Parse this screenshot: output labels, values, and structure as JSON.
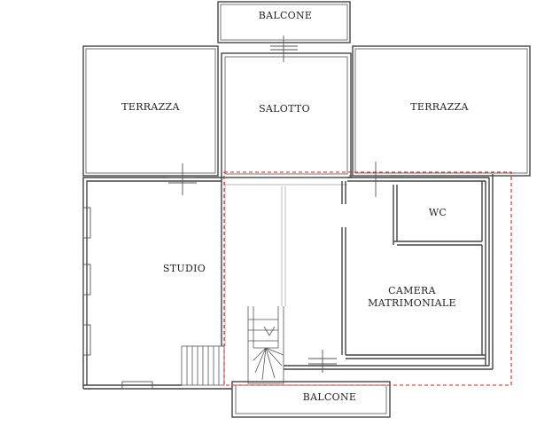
{
  "rooms": {
    "balcone_top": "BALCONE",
    "terrazza_left": "TERRAZZA",
    "salotto": "SALOTTO",
    "terrazza_right": "TERRAZZA",
    "wc": "WC",
    "studio": "STUDIO",
    "camera_line1": "CAMERA",
    "camera_line2": "MATRIMONIALE",
    "balcone_bottom": "BALCONE"
  },
  "colors": {
    "walls": "#444444",
    "selection": "#e21d1d",
    "background": "#ffffff"
  }
}
